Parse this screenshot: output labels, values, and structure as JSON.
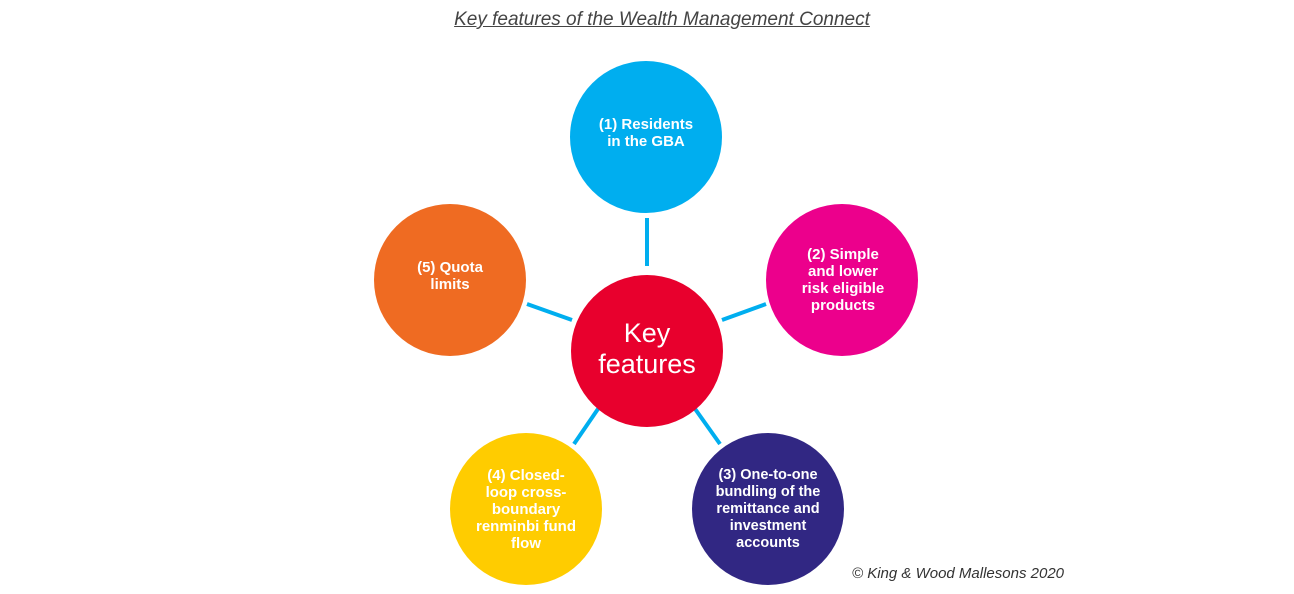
{
  "title": "Key features of the Wealth Management Connect",
  "center": {
    "label": "Key features",
    "color": "#e8002d"
  },
  "features": [
    {
      "label": "(1) Residents in the GBA",
      "color": "#00aeef"
    },
    {
      "label": "(2) Simple and lower risk eligible products",
      "color": "#ec008c"
    },
    {
      "label": "(3) One-to-one bundling of the remittance and investment accounts",
      "color": "#312783"
    },
    {
      "label": "(4) Closed-loop cross-boundary renminbi fund flow",
      "color": "#ffcc00"
    },
    {
      "label": "(5) Quota limits",
      "color": "#ef6b22"
    }
  ],
  "connector_color": "#00aeef",
  "copyright": "© King & Wood Mallesons 2020"
}
